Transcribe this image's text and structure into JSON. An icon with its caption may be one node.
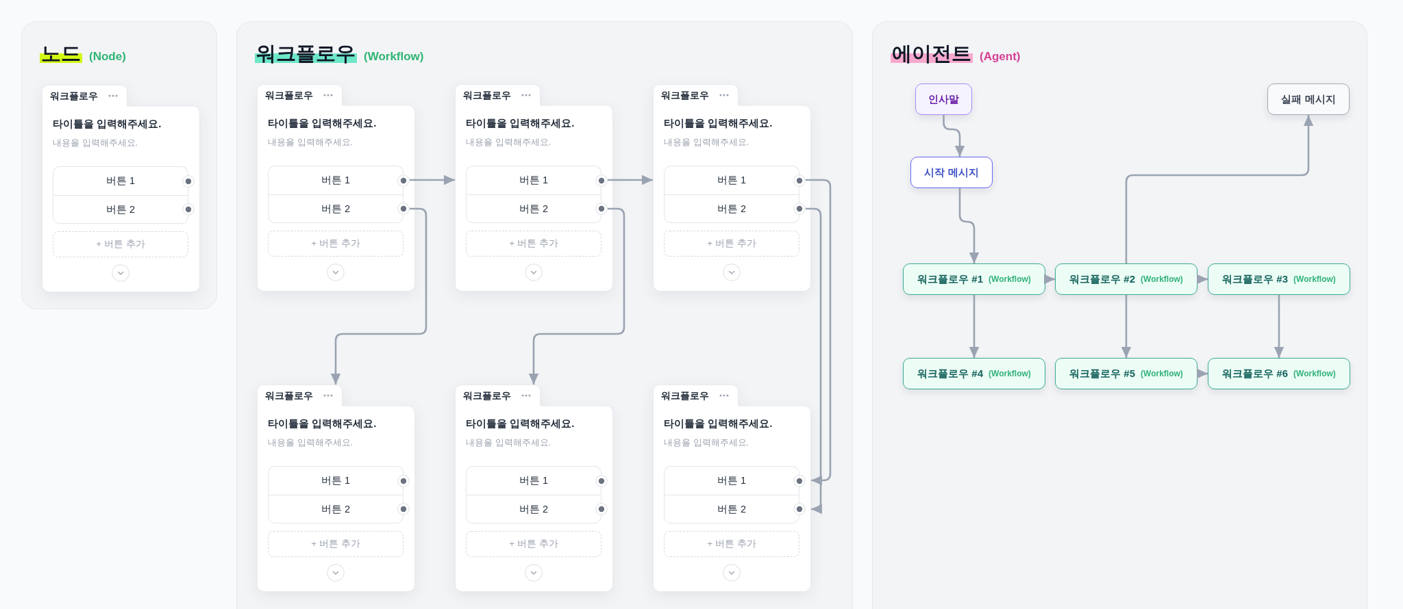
{
  "diagram": {
    "nodes": [
      {
        "text": [
          "노드",
          "(Node)"
        ]
      },
      {
        "text": [
          "워크플로우",
          "타이틀을 입력해주세요.",
          "내용을 입력해주세요."
        ],
        "in": 0
      },
      {
        "text": [
          "버튼 1"
        ],
        "in": 1
      },
      {
        "text": [
          "버튼 2"
        ],
        "in": 1
      },
      {
        "text": [
          "+ 버튼 추가"
        ],
        "in": 1
      },
      {
        "text": [
          "워크플로우",
          "(Workflow)"
        ]
      },
      {
        "text": [
          "워크플로우",
          "타이틀을 입력해주세요.",
          "내용을 입력해주세요."
        ],
        "in": 5
      },
      {
        "text": [
          "버튼 1"
        ],
        "in": 6
      },
      {
        "text": [
          "버튼 2"
        ],
        "in": 6
      },
      {
        "text": [
          "+ 버튼 추가"
        ],
        "in": 6
      },
      {
        "text": [
          "워크플로우",
          "타이틀을 입력해주세요.",
          "내용을 입력해주세요."
        ],
        "in": 5
      },
      {
        "text": [
          "버튼 1"
        ],
        "in": 10
      },
      {
        "text": [
          "버튼 2"
        ],
        "in": 10
      },
      {
        "text": [
          "+ 버튼 추가"
        ],
        "in": 10
      },
      {
        "text": [
          "워크플로우",
          "타이틀을 입력해주세요.",
          "내용을 입력해주세요."
        ],
        "in": 5
      },
      {
        "text": [
          "버튼 1"
        ],
        "in": 14
      },
      {
        "text": [
          "버튼 2"
        ],
        "in": 14
      },
      {
        "text": [
          "+ 버튼 추가"
        ],
        "in": 14
      },
      {
        "text": [
          "워크플로우",
          "타이틀을 입력해주세요.",
          "내용을 입력해주세요."
        ],
        "in": 5
      },
      {
        "text": [
          "버튼 1"
        ],
        "in": 18
      },
      {
        "text": [
          "버튼 2"
        ],
        "in": 18
      },
      {
        "text": [
          "+ 버튼 추가"
        ],
        "in": 18
      },
      {
        "text": [
          "워크플로우",
          "타이틀을 입력해주세요.",
          "내용을 입력해주세요."
        ],
        "in": 5
      },
      {
        "text": [
          "버튼 1"
        ],
        "in": 22
      },
      {
        "text": [
          "버튼 2"
        ],
        "in": 22
      },
      {
        "text": [
          "+ 버튼 추가"
        ],
        "in": 22
      },
      {
        "text": [
          "워크플로우",
          "타이틀을 입력해주세요.",
          "내용을 입력해주세요."
        ],
        "in": 5
      },
      {
        "text": [
          "버튼 1"
        ],
        "in": 26
      },
      {
        "text": [
          "버튼 2"
        ],
        "in": 26
      },
      {
        "text": [
          "+ 버튼 추가"
        ],
        "in": 26
      },
      {
        "text": [
          "에이전트",
          "(Agent)"
        ]
      },
      {
        "text": [
          "인사말"
        ],
        "in": 30
      },
      {
        "text": [
          "실패 메시지"
        ],
        "in": 30
      },
      {
        "text": [
          "시작 메시지"
        ],
        "in": 30
      },
      {
        "text": [
          "워크플로우 #1",
          "(Workflow)"
        ],
        "in": 30
      },
      {
        "text": [
          "워크플로우 #2",
          "(Workflow)"
        ],
        "in": 30
      },
      {
        "text": [
          "워크플로우 #3",
          "(Workflow)"
        ],
        "in": 30
      },
      {
        "text": [
          "워크플로우 #4",
          "(Workflow)"
        ],
        "in": 30
      },
      {
        "text": [
          "워크플로우 #5",
          "(Workflow)"
        ],
        "in": 30
      },
      {
        "text": [
          "워크플로우 #6",
          "(Workflow)"
        ],
        "in": 30
      }
    ],
    "edges": [
      {
        "from": 7,
        "to": 10,
        "arrow": "to"
      },
      {
        "from": 11,
        "to": 14,
        "arrow": "to"
      },
      {
        "from": 8,
        "to": 18,
        "arrow": "to"
      },
      {
        "from": 12,
        "to": 22,
        "arrow": "to"
      },
      {
        "from": 15,
        "to": 26,
        "arrow": "to"
      },
      {
        "from": 16,
        "to": 26,
        "arrow": "to"
      },
      {
        "from": 31,
        "to": 33,
        "arrow": "to"
      },
      {
        "from": 33,
        "to": 34,
        "arrow": "to"
      },
      {
        "from": 34,
        "to": 35,
        "arrow": "to"
      },
      {
        "from": 35,
        "to": 36,
        "arrow": "to"
      },
      {
        "from": 35,
        "to": 32,
        "arrow": "to"
      },
      {
        "from": 34,
        "to": 37,
        "arrow": "to"
      },
      {
        "from": 35,
        "to": 38,
        "arrow": "to"
      },
      {
        "from": 36,
        "to": 39,
        "arrow": "to"
      },
      {
        "from": 38,
        "to": 39,
        "arrow": "to"
      }
    ]
  }
}
